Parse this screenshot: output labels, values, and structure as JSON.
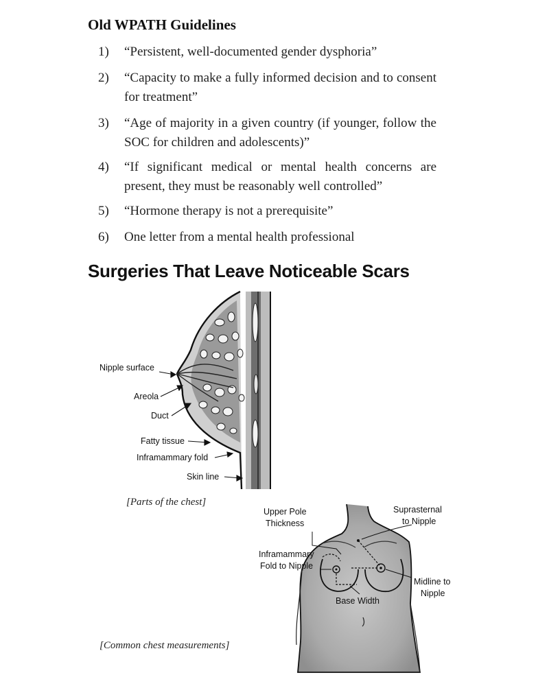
{
  "section1": {
    "title": "Old WPATH Guidelines",
    "items": [
      {
        "num": "1)",
        "text": "“Persistent, well-documented gender dysphoria”"
      },
      {
        "num": "2)",
        "text": "“Capacity to make a fully informed decision and to consent for treatment”"
      },
      {
        "num": "3)",
        "text": "“Age of majority in a given country (if younger, follow the SOC for children and adolescents)”"
      },
      {
        "num": "4)",
        "text": "“If significant medical or mental health concerns are present, they must be reasonably well controlled”"
      },
      {
        "num": "5)",
        "text": "“Hormone therapy is not a prerequisite”"
      },
      {
        "num": "6)",
        "text": "One letter from a mental health professional"
      }
    ]
  },
  "section2": {
    "title": "Surgeries That Leave Noticeable Scars"
  },
  "figure1": {
    "labels": {
      "nipple_surface": "Nipple surface",
      "areola": "Areola",
      "duct": "Duct",
      "fatty_tissue": "Fatty tissue",
      "inframammary_fold": "Inframammary fold",
      "skin_line": "Skin line"
    },
    "caption": "[Parts of the chest]"
  },
  "figure2": {
    "labels": {
      "upper_pole_1": "Upper Pole",
      "upper_pole_2": "Thickness",
      "suprasternal_1": "Suprasternal",
      "suprasternal_2": "to Nipple",
      "imf_1": "Inframammary",
      "imf_2": "Fold to Nipple",
      "midline_1": "Midline to",
      "midline_2": "Nipple",
      "base_width": "Base Width"
    },
    "caption": "[Common chest measurements]"
  }
}
